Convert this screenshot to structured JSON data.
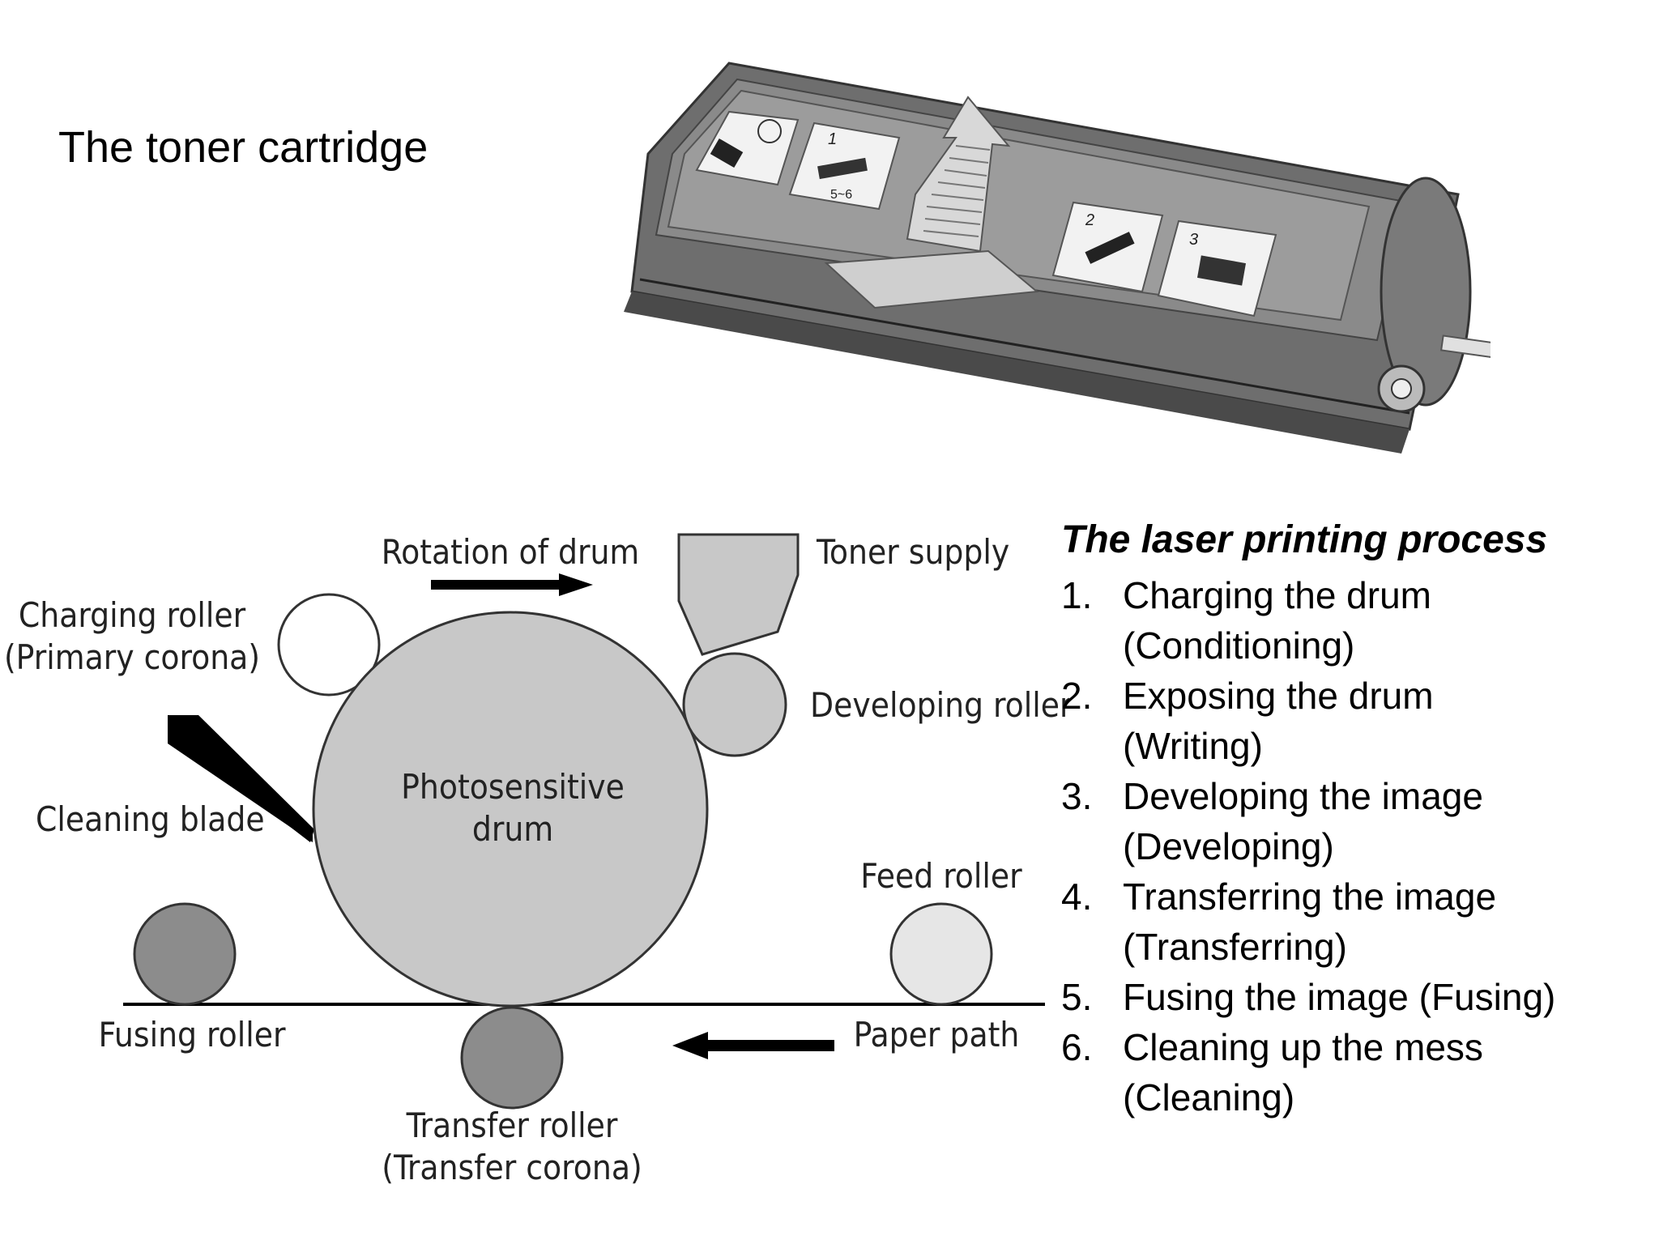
{
  "slide": {
    "title": "The toner cartridge"
  },
  "cartridge": {
    "step_numbers": [
      "1",
      "2",
      "3"
    ],
    "rotation_hint": "5~6"
  },
  "diagram": {
    "labels": {
      "rotation_of_drum": "Rotation of drum",
      "toner_supply": "Toner supply",
      "charging_roller": "Charging roller",
      "primary_corona": "(Primary corona)",
      "developing_roller": "Developing roller",
      "photosensitive_drum_line1": "Photosensitive",
      "photosensitive_drum_line2": "drum",
      "cleaning_blade": "Cleaning blade",
      "feed_roller": "Feed roller",
      "fusing_roller": "Fusing roller",
      "paper_path": "Paper path",
      "transfer_roller": "Transfer roller",
      "transfer_corona": "(Transfer corona)"
    },
    "colors": {
      "drum_fill": "#c8c8c8",
      "dark_roller_fill": "#8c8c8c",
      "feed_roller_fill": "#e6e6e6",
      "blade_fill": "#000000"
    }
  },
  "process": {
    "title": "The laser printing process",
    "steps": [
      {
        "num": "1.",
        "line1": "Charging the drum",
        "line2": "(Conditioning)"
      },
      {
        "num": "2.",
        "line1": "Exposing the drum",
        "line2": "(Writing)"
      },
      {
        "num": "3.",
        "line1": "Developing the image",
        "line2": "(Developing)"
      },
      {
        "num": "4.",
        "line1": "Transferring the image",
        "line2": "(Transferring)"
      },
      {
        "num": "5.",
        "line1": "Fusing the image (Fusing)",
        "line2": ""
      },
      {
        "num": "6.",
        "line1": "Cleaning up the mess",
        "line2": "(Cleaning)"
      }
    ]
  }
}
